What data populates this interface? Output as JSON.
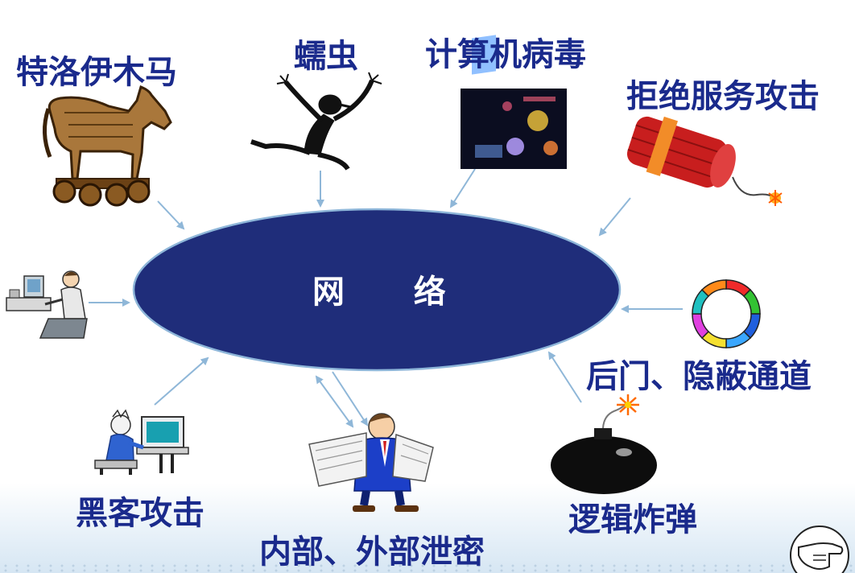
{
  "center": {
    "label": "网    络"
  },
  "labels": {
    "trojan": "特洛伊木马",
    "worm": "蠕虫",
    "virus": "计算机病毒",
    "dos": "拒绝服务攻击",
    "backdoor": "后门、隐蔽通道",
    "logic_bomb": "逻辑炸弹",
    "leak": "内部、外部泄密",
    "hacker": "黑客攻击"
  },
  "colors": {
    "label_text": "#1a2a8c",
    "ellipse_fill": "#1f2d7a",
    "ellipse_stroke": "#8eb6d9",
    "arrow": "#8fb7d8"
  },
  "icons": [
    "horse-icon",
    "worm-figure-icon",
    "virus-image-icon",
    "dynamite-icon",
    "user-computer-icon",
    "cycle-arrows-icon",
    "bomb-icon",
    "man-newspaper-icon",
    "hacker-computer-icon",
    "pointing-hand-icon"
  ]
}
